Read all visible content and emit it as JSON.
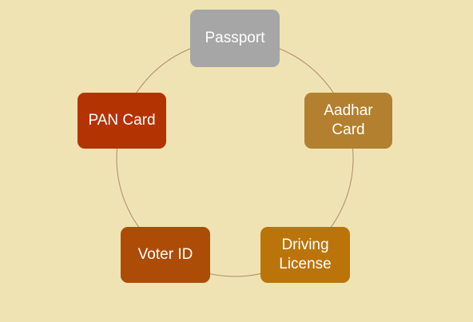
{
  "diagram": {
    "nodes": [
      {
        "id": "passport",
        "label": "Passport",
        "color": "#a6a6a6"
      },
      {
        "id": "aadhar",
        "label": "Aadhar\nCard",
        "color": "#b2802f"
      },
      {
        "id": "driving",
        "label": "Driving\nLicense",
        "color": "#ba7409"
      },
      {
        "id": "voter",
        "label": "Voter ID",
        "color": "#ad4c06"
      },
      {
        "id": "pan",
        "label": "PAN Card",
        "color": "#b43303"
      }
    ],
    "ring_color": "#b08a6a",
    "background": "#efe3b4"
  }
}
